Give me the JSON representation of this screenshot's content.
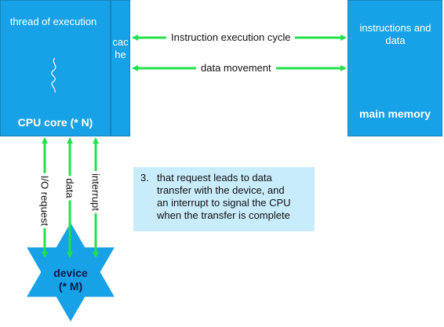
{
  "cpu": {
    "thread_label": "thread of execution",
    "core_label": "CPU core (* N)"
  },
  "cache": {
    "label": "cache"
  },
  "memory": {
    "content_label": "instructions and data",
    "title": "main memory"
  },
  "arrows": {
    "execution_cycle": "Instruction execution cycle",
    "data_movement": "data movement",
    "io_request": "I/O request",
    "data": "data",
    "interrupt": "interrupt"
  },
  "device": {
    "line1": "device",
    "line2": "(* M)"
  },
  "note": {
    "number": "3.",
    "lines": [
      "that request leads to data",
      "transfer with the device, and",
      "an interrupt to signal the CPU",
      "when the transfer is complete"
    ]
  },
  "colors": {
    "box_fill": "#17a1e6",
    "arrow": "#22e04a",
    "note_fill": "#c8ecfb"
  }
}
